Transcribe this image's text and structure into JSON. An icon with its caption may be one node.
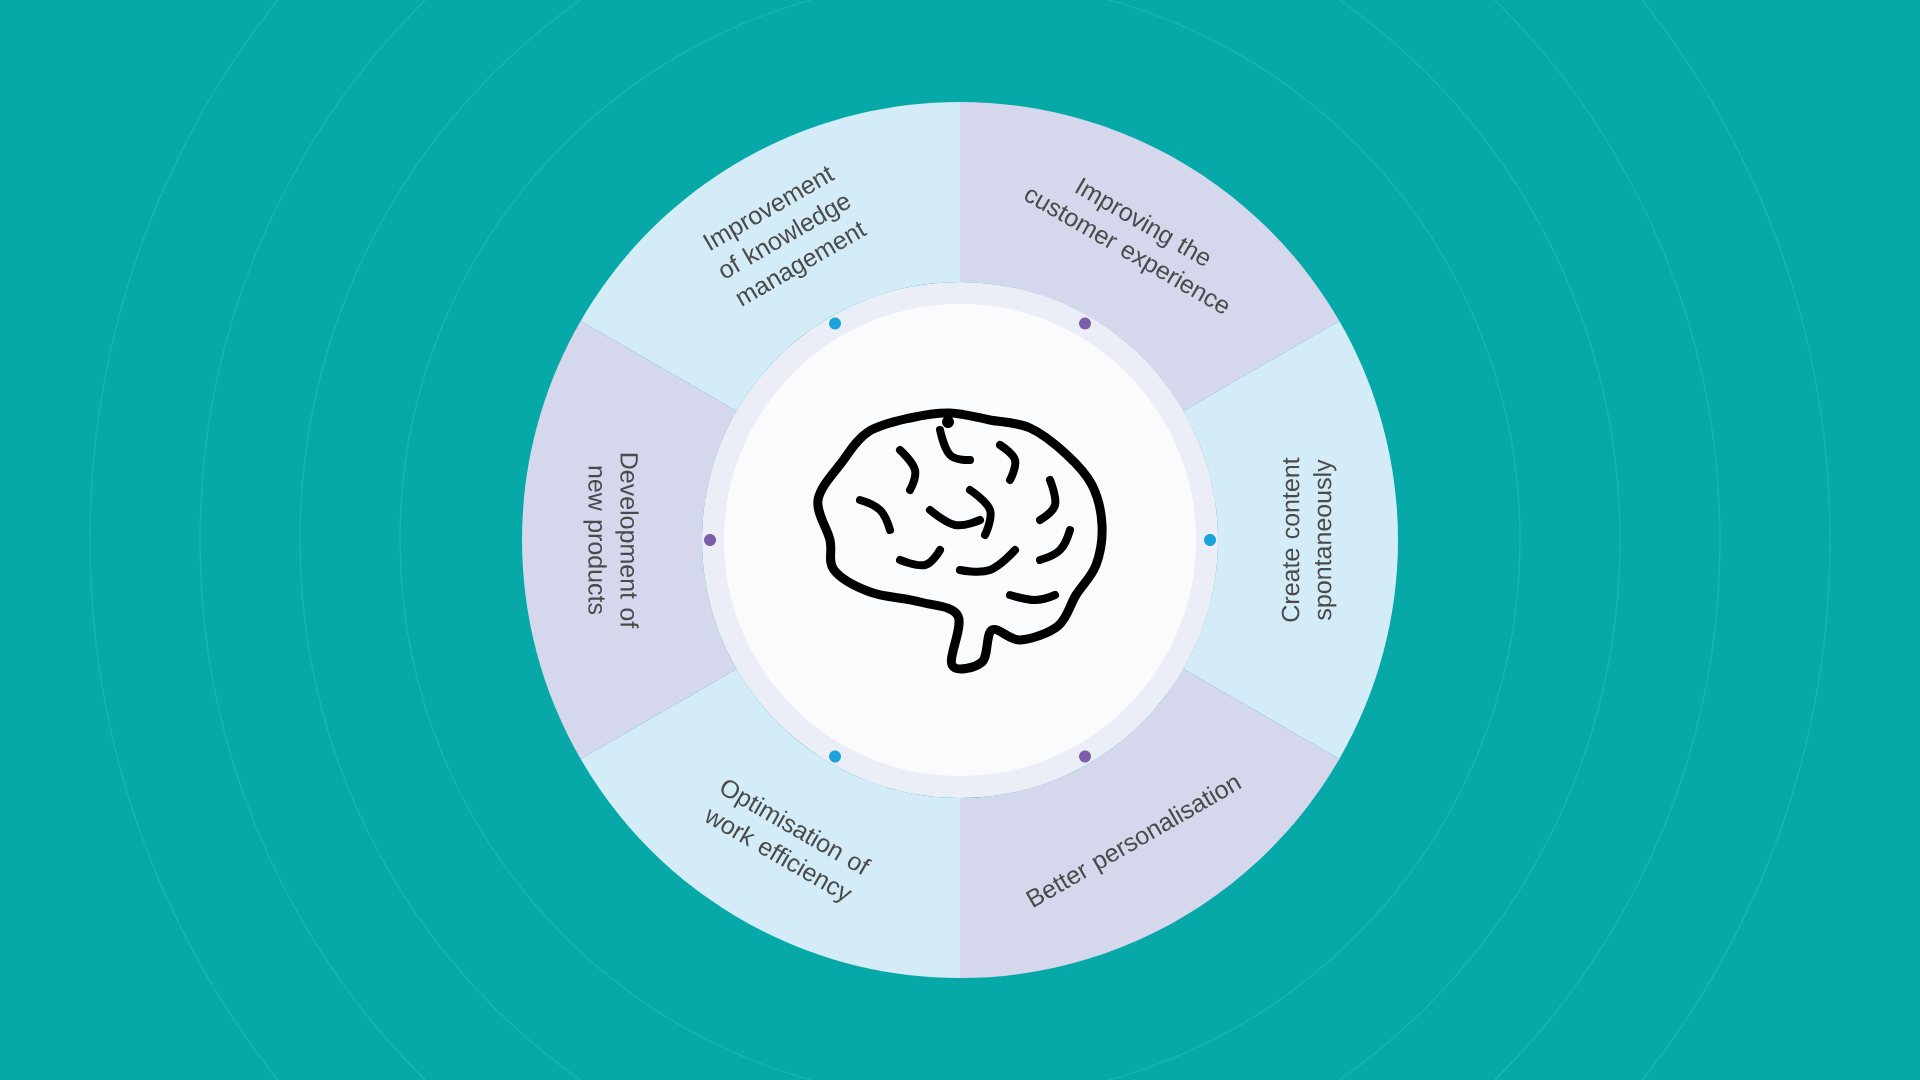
{
  "diagram": {
    "nodes": [
      {
        "text": [
          "Improvement of knowledge management"
        ]
      },
      {
        "text": [
          "Improving the customer experience"
        ]
      },
      {
        "text": [
          "Create content spontaneously"
        ]
      },
      {
        "text": [
          "Better personalisation"
        ]
      },
      {
        "text": [
          "Optimisation of work efficiency"
        ]
      },
      {
        "text": [
          "Development of new products"
        ]
      }
    ]
  }
}
